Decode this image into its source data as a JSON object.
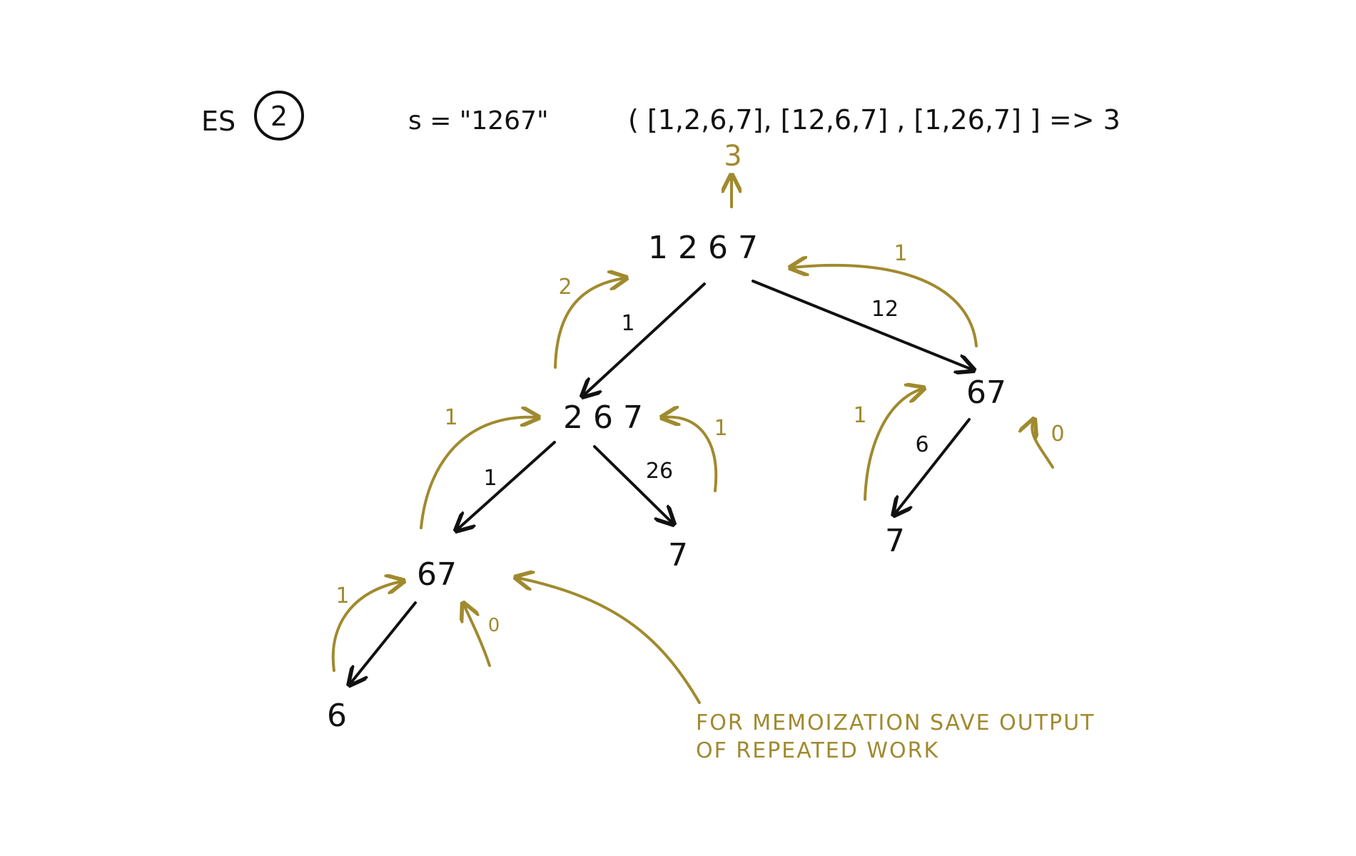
{
  "header": {
    "example_label": "ES",
    "example_number": "2",
    "input_string": "s = \"1267\"",
    "decodings": "( [1,2,6,7], [12,6,7] , [1,26,7] ] => 3"
  },
  "nodes": {
    "root": "1 2 6 7",
    "left": "2 6 7",
    "right": "67",
    "left_left": "67",
    "left_right": "7",
    "right_child": "7",
    "leaf": "6"
  },
  "edge_labels": {
    "root_left": "1",
    "root_right": "12",
    "left_left": "1",
    "left_right": "26",
    "right_child": "6"
  },
  "return_values": {
    "root_total": "3",
    "root_from_left": "2",
    "root_from_right": "1",
    "left_from_left": "1",
    "left_from_right": "1",
    "right_from_child": "1",
    "right_zero": "0",
    "left_left_from_leaf": "1",
    "left_left_zero": "0"
  },
  "annotation": {
    "line1": "FOR MEMOIZATION SAVE OUTPUT",
    "line2": "OF REPEATED WORK"
  },
  "colors": {
    "ink": "#111111",
    "gold": "#a08a2e"
  }
}
